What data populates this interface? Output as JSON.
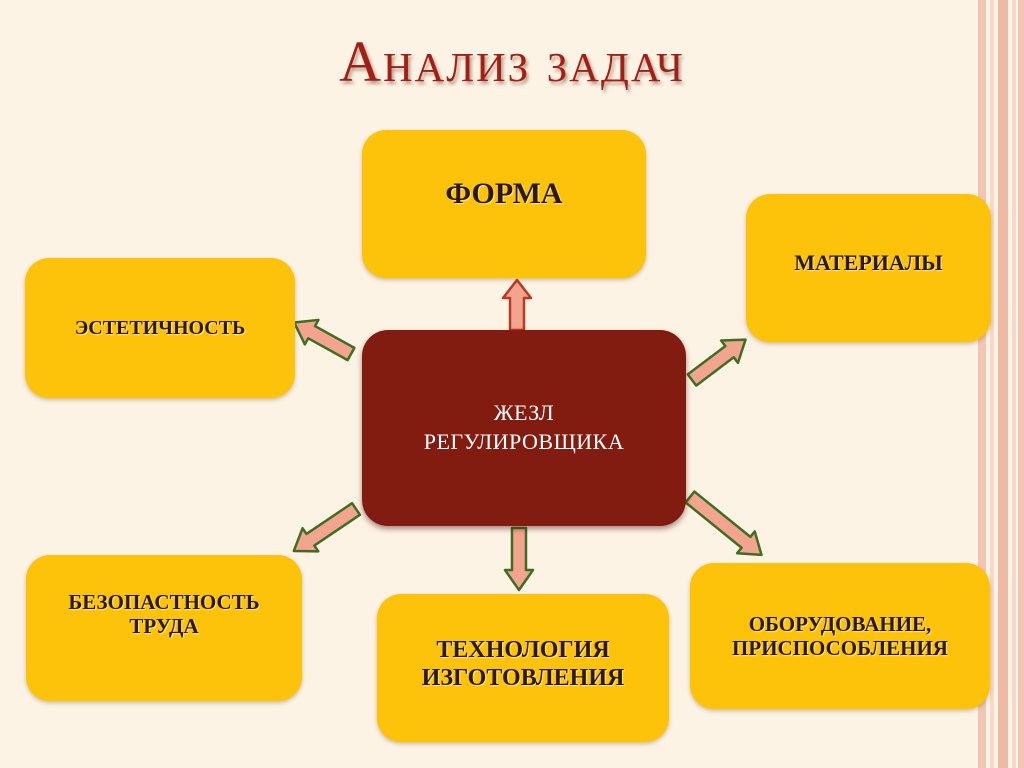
{
  "title": "Анализ задач",
  "center": {
    "line1": "ЖЕЗЛ",
    "line2": "РЕГУЛИРОВЩИКА"
  },
  "nodes": {
    "forma": "ФОРМА",
    "materialy": "МАТЕРИАЛЫ",
    "estetichnost": "ЭСТЕТИЧНОСТЬ",
    "bezopasnost_line1": "БЕЗОПАСТНОСТЬ",
    "bezopasnost_line2": "ТРУДА",
    "tehnologiya_line1": "ТЕХНОЛОГИЯ",
    "tehnologiya_line2": "ИЗГОТОВЛЕНИЯ",
    "oborudovanie_line1": "ОБОРУДОВАНИЕ,",
    "oborudovanie_line2": "ПРИСПОСОБЛЕНИЯ"
  },
  "colors": {
    "box": "#fdc20a",
    "center": "#831c10",
    "title": "#a01f16",
    "arrow_fill": "#f2a48f",
    "arrow_up_stroke": "#b83a22",
    "arrow_other_stroke": "#3f6e22",
    "background": "#fdf3e4"
  }
}
